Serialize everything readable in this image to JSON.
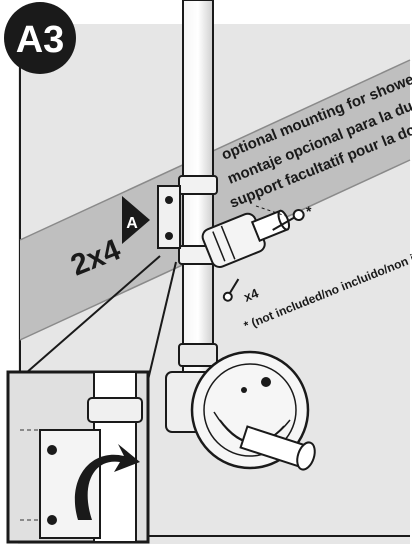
{
  "step": {
    "badge": "A3"
  },
  "callout": {
    "letter": "A",
    "quantity": "2x4"
  },
  "mounting_note": {
    "english": "optional mounting for shower",
    "spanish": "montaje opcional para la ducha",
    "french": "support facultatif pour la douche"
  },
  "screws": {
    "asterisk": "*",
    "count": "x4",
    "footnote": "* (not included/no incluido/non indus)"
  },
  "colors": {
    "wall": "#e3e3e3",
    "band": "#bdbdbd",
    "ink": "#1a1a1a",
    "badge": "#1a1a1a"
  }
}
